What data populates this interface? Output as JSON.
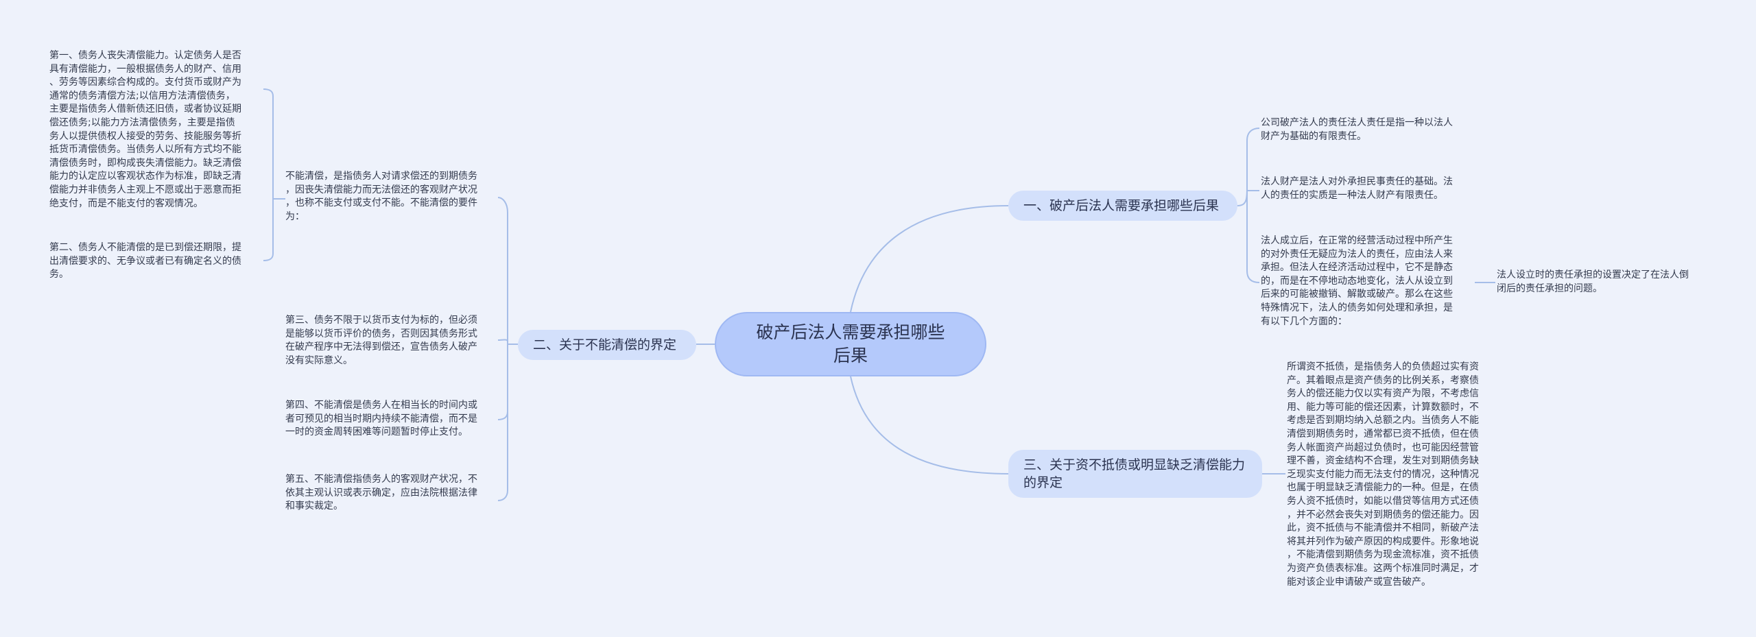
{
  "root": {
    "label": "破产后法人需要承担哪些后果"
  },
  "branches": [
    {
      "label": "一、破产后法人需要承担哪些后果"
    },
    {
      "label": "二、关于不能清偿的界定"
    },
    {
      "label": "三、关于资不抵债或明显缺乏清偿能力的界定"
    }
  ],
  "leaves": {
    "b1_1": "公司破产法人的责任法人责任是指一种以法人\n财产为基础的有限责任。",
    "b1_2": "法人财产是法人对外承担民事责任的基础。法\n人的责任的实质是一种法人财产有限责任。",
    "b1_3": "法人成立后，在正常的经营活动过程中所产生\n的对外责任无疑应为法人的责任，应由法人来\n承担。但法人在经济活动过程中，它不是静态\n的，而是在不停地动态地变化，法人从设立到\n后来的可能被撤销、解散或破产。那么在这些\n特殊情况下，法人的债务如何处理和承担，是\n有以下几个方面的：",
    "b1_3_1": "法人设立时的责任承担的设置决定了在法人倒\n闭后的责任承担的问题。",
    "b3_1": "所谓资不抵债，是指债务人的负债超过实有资\n产。其着眼点是资产债务的比例关系，考察债\n务人的偿还能力仅以实有资产为限，不考虑信\n用、能力等可能的偿还因素，计算数额时，不\n考虑是否到期均纳入总额之内。当债务人不能\n清偿到期债务时，通常都已资不抵债，但在债\n务人帐面资产尚超过负债时，也可能因经营管\n理不善，资金结构不合理，发生对到期债务缺\n乏现实支付能力而无法支付的情况，这种情况\n也属于明显缺乏清偿能力的一种。但是，在债\n务人资不抵债时，如能以借贷等信用方式还债\n，并不必然会丧失对到期债务的偿还能力。因\n此，资不抵债与不能清偿并不相同，新破产法\n将其并列作为破产原因的构成要件。形象地说\n，不能清偿到期债务为现金流标准，资不抵债\n为资产负债表标准。这两个标准同时满足，才\n能对该企业申请破产或宣告破产。",
    "b2_1": "不能清偿，是指债务人对请求偿还的到期债务\n，因丧失清偿能力而无法偿还的客观财产状况\n，也称不能支付或支付不能。不能清偿的要件\n为：",
    "b2_2": "第三、债务不限于以货币支付为标的，但必须\n是能够以货币评价的债务，否则因其债务形式\n在破产程序中无法得到偿还，宣告债务人破产\n没有实际意义。",
    "b2_3": "第四、不能清偿是债务人在相当长的时间内或\n者可预见的相当时期内持续不能清偿，而不是\n一时的资金周转困难等问题暂时停止支付。",
    "b2_4": "第五、不能清偿指债务人的客观财产状况，不\n依其主观认识或表示确定，应由法院根据法律\n和事实裁定。",
    "b2_1_1": "第一、债务人丧失清偿能力。认定债务人是否\n具有清偿能力，一般根据债务人的财产、信用\n、劳务等因素综合构成的。支付货币或财产为\n通常的债务清偿方法;以信用方法清偿债务，\n主要是指债务人借新债还旧债，或者协议延期\n偿还债务;以能力方法清偿债务，主要是指债\n务人以提供债权人接受的劳务、技能服务等折\n抵货币清偿债务。当债务人以所有方式均不能\n清偿债务时，即构成丧失清偿能力。缺乏清偿\n能力的认定应以客观状态作为标准，即缺乏清\n偿能力并非债务人主观上不愿或出于恶意而拒\n绝支付，而是不能支付的客观情况。",
    "b2_1_2": "第二、债务人不能清偿的是已到偿还期限，提\n出清偿要求的、无争议或者已有确定名义的债\n务。"
  },
  "colors": {
    "link": "#a5bde8",
    "root_fill": "#b4c9fb",
    "branch_fill": "#d3e0fb",
    "background": "#eef2fb"
  }
}
